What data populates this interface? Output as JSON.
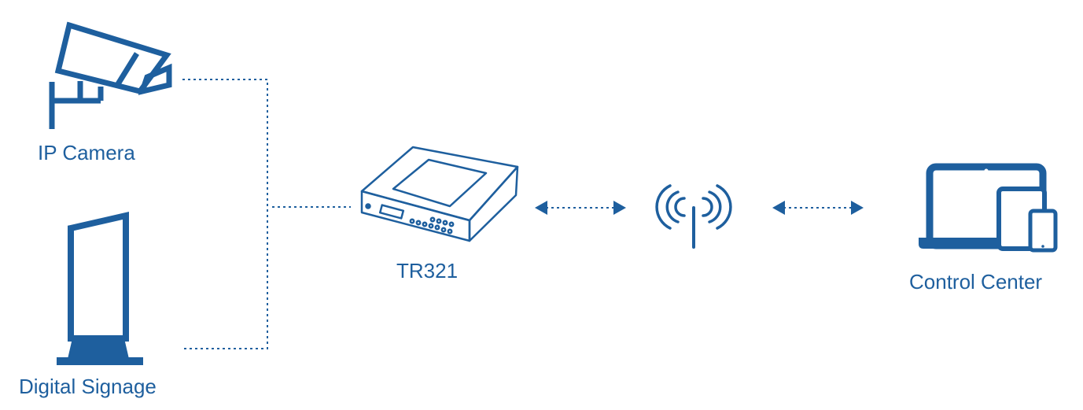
{
  "labels": {
    "ip_camera": "IP Camera",
    "digital_signage": "Digital Signage",
    "router": "TR321",
    "control_center": "Control Center"
  },
  "colors": {
    "primary": "#1e5f9e",
    "background": "#ffffff"
  },
  "icons": [
    "ip-camera-icon",
    "digital-signage-icon",
    "router-device-icon",
    "wireless-antenna-icon",
    "laptop-icon",
    "tablet-icon",
    "smartphone-icon"
  ]
}
